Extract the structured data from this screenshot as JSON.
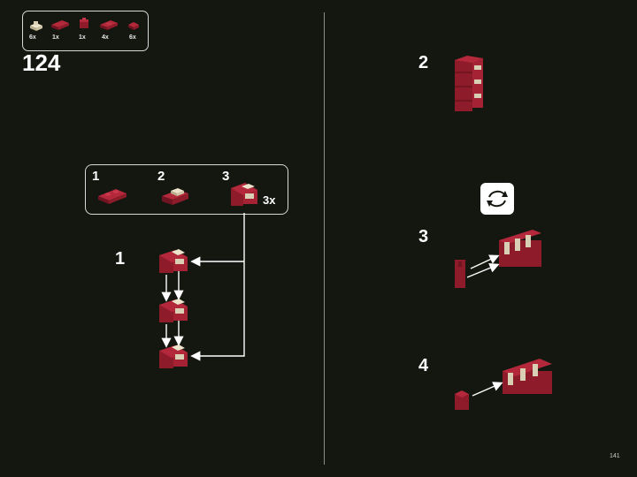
{
  "colors": {
    "background": "#141710",
    "brick_red": "#8e1b2a",
    "tan": "#d9cfb4",
    "line": "#ffffff"
  },
  "parts_callout": {
    "items": [
      {
        "name": "tan-plate-with-clip",
        "qty": "6x"
      },
      {
        "name": "red-plate-1x2",
        "qty": "1x"
      },
      {
        "name": "red-brick-1x1",
        "qty": "1x"
      },
      {
        "name": "red-plate-1x2-jumper",
        "qty": "4x"
      },
      {
        "name": "red-plate-1x1",
        "qty": "6x"
      }
    ]
  },
  "main_step": "124",
  "subassembly": {
    "steps": [
      "1",
      "2",
      "3"
    ],
    "multiplier": "3x"
  },
  "left_step_label": "1",
  "right_steps": [
    "2",
    "3",
    "4"
  ],
  "icons": {
    "rotate": "rotate-model-icon"
  },
  "page_number": "141"
}
